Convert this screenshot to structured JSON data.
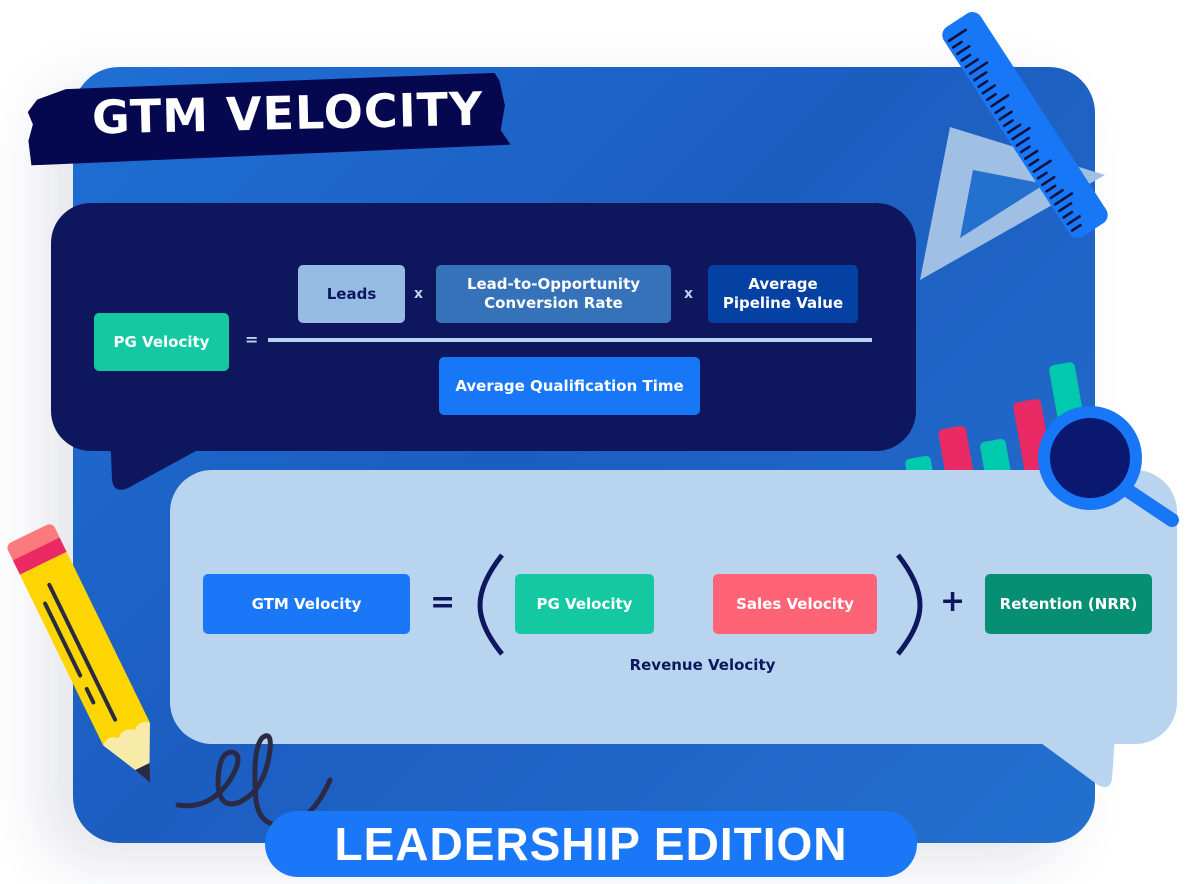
{
  "title": "GTM VELOCITY",
  "subtitle": "LEADERSHIP EDITION",
  "pg_formula": {
    "result": "PG Velocity",
    "equals": "=",
    "numerator": [
      {
        "label": "Leads"
      },
      {
        "label": "Lead-to-Opportunity Conversion Rate"
      },
      {
        "label": "Average Pipeline Value"
      }
    ],
    "multiply": "x",
    "denominator": "Average Qualification Time"
  },
  "gtm_formula": {
    "result": "GTM Velocity",
    "equals": "=",
    "open_paren": "(",
    "close_paren": ")",
    "terms": [
      {
        "label": "PG Velocity"
      },
      {
        "label": "Sales Velocity"
      }
    ],
    "group_label": "Revenue Velocity",
    "plus": "+",
    "addend": "Retention (NRR)"
  },
  "colors": {
    "panel_blue": "#1f6fd4",
    "navy": "#0e175e",
    "teal": "#14c8a2",
    "coral": "#fe6476",
    "green": "#068f73",
    "bright_blue": "#1a78f8",
    "light_blue": "#b8d4ef"
  },
  "decorations": [
    "ruler-icon",
    "set-square-icon",
    "bar-chart-icon",
    "magnifier-icon",
    "pencil-icon",
    "scribble-icon"
  ]
}
